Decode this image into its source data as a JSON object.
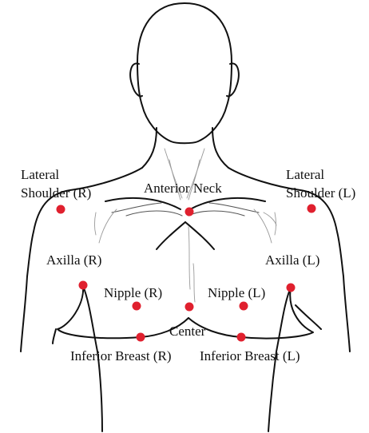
{
  "labels": {
    "lateral_shoulder_r_line1": "Lateral",
    "lateral_shoulder_r_line2": "Shoulder (R)",
    "anterior_neck": "Anterior Neck",
    "lateral_shoulder_l_line1": "Lateral",
    "lateral_shoulder_l_line2": "Shoulder (L)",
    "axilla_r": "Axilla (R)",
    "axilla_l": "Axilla (L)",
    "nipple_r": "Nipple (R)",
    "nipple_l": "Nipple (L)",
    "center": "Center",
    "inferior_breast_r": "Inferior Breast (R)",
    "inferior_breast_l": "Inferior Breast (L)"
  },
  "marker_color": "#e0202e"
}
